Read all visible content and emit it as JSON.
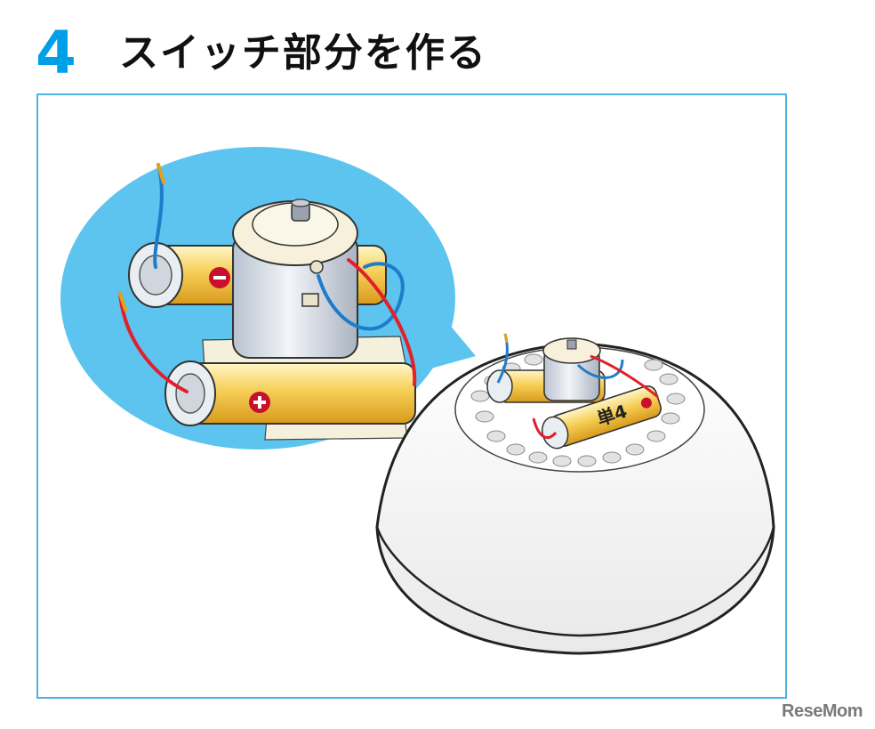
{
  "step": {
    "number": "4",
    "title": "スイッチ部分を作る"
  },
  "battery_label": "単4",
  "watermark": "ReseMom",
  "colors": {
    "accent": "#00a0e9",
    "bubble": "#5cc4ef",
    "battery": "#f2c24a",
    "wire_red": "#e0202a",
    "wire_blue": "#1f7cc9",
    "motor": "#d8dde6"
  },
  "icons": {
    "minus": "minus-sign-icon",
    "plus": "plus-sign-icon"
  }
}
